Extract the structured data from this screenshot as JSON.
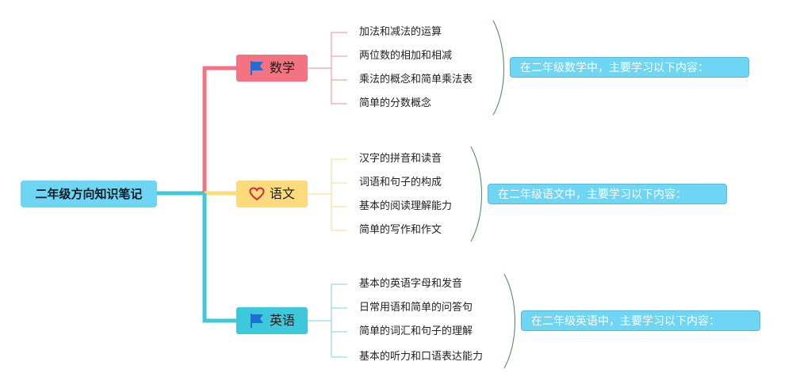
{
  "root": {
    "label": "二年级方向知识笔记"
  },
  "branches": [
    {
      "label": "数学",
      "icon": "flag-icon",
      "color": "#f47382",
      "leaves": [
        "加法和减法的运算",
        "两位数的相加和相减",
        "乘法的概念和简单乘法表",
        "简单的分数概念"
      ],
      "summary": "在二年级数学中，主要学习以下内容："
    },
    {
      "label": "语文",
      "icon": "heart-icon",
      "color": "#fcdb7c",
      "leaves": [
        "汉字的拼音和读音",
        "词语和句子的构成",
        "基本的阅读理解能力",
        "简单的写作和作文"
      ],
      "summary": "在二年级语文中，主要学习以下内容："
    },
    {
      "label": "英语",
      "icon": "flag-icon",
      "color": "#3ec8dc",
      "leaves": [
        "基本的英语字母和发音",
        "日常用语和简单的问答句",
        "简单的词汇和句子的理解",
        "基本的听力和口语表达能力"
      ],
      "summary": "在二年级英语中，主要学习以下内容："
    }
  ],
  "colors": {
    "root_fill": "#6fd5f5",
    "summary_fill": "#6fd5f5",
    "summary_brace": "#5a8a70",
    "flag_icon": "#1f6fd1",
    "heart_icon": "#d9293a"
  }
}
